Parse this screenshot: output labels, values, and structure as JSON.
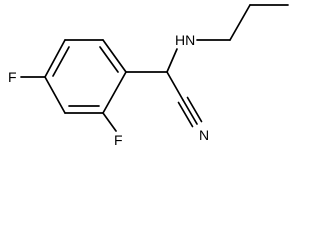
{
  "molecule": {
    "atoms": {
      "f_para": "F",
      "f_ortho": "F",
      "amine_nh": "HN",
      "nitrile_n": "N"
    },
    "colors": {
      "bond": "#000000",
      "label": "#000000",
      "background": "#ffffff"
    }
  }
}
